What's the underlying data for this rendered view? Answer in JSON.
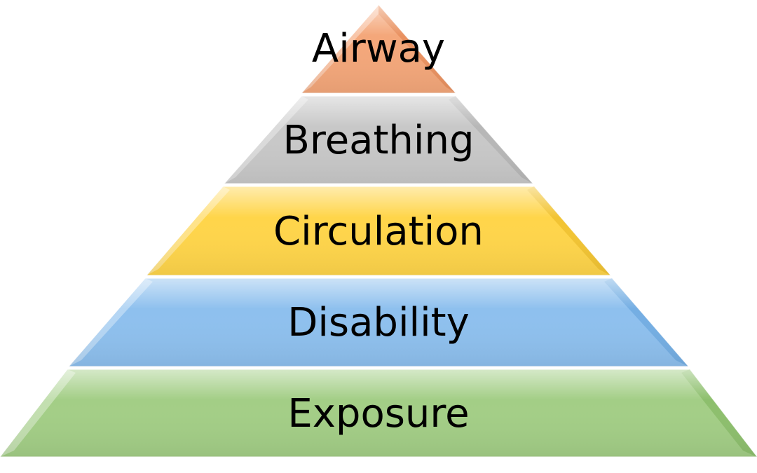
{
  "pyramid": {
    "tiers": [
      {
        "label": "Airway",
        "color": "#F4A77A",
        "edge": "#E0804A"
      },
      {
        "label": "Breathing",
        "color": "#C8C8C8",
        "edge": "#A9A9A9"
      },
      {
        "label": "Circulation",
        "color": "#FFD54A",
        "edge": "#E8B620"
      },
      {
        "label": "Disability",
        "color": "#8EC0EE",
        "edge": "#5E9FDB"
      },
      {
        "label": "Exposure",
        "color": "#A3CE86",
        "edge": "#7BB35A"
      }
    ]
  }
}
